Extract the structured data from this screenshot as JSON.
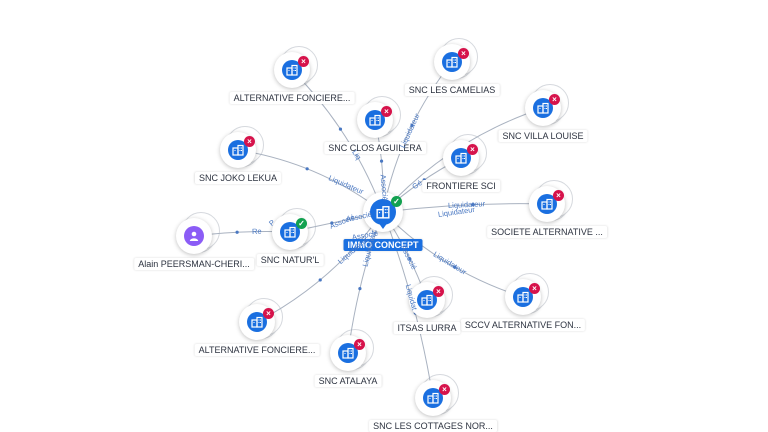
{
  "center": {
    "name": "IMMO CONCEPT",
    "icon": "building-icon",
    "status": "active"
  },
  "nodes": [
    {
      "id": "alt-fonciere-top",
      "name": "ALTERNATIVE FONCIERE...",
      "kind": "company",
      "status": "closed"
    },
    {
      "id": "snc-camelias",
      "name": "SNC LES CAMELIAS",
      "kind": "company",
      "status": "closed"
    },
    {
      "id": "snc-villa-louise",
      "name": "SNC VILLA LOUISE",
      "kind": "company",
      "status": "closed"
    },
    {
      "id": "snc-clos-aguilera",
      "name": "SNC CLOS AGUILERA",
      "kind": "company",
      "status": "closed"
    },
    {
      "id": "snc-joko-lekua",
      "name": "SNC JOKO LEKUA",
      "kind": "company",
      "status": "closed"
    },
    {
      "id": "frontiere-sci",
      "name": "FRONTIERE SCI",
      "kind": "company",
      "status": "closed"
    },
    {
      "id": "societe-alternative",
      "name": "SOCIETE ALTERNATIVE ...",
      "kind": "company",
      "status": "closed"
    },
    {
      "id": "alain",
      "name": "Alain PEERSMAN-CHERI...",
      "kind": "person",
      "status": ""
    },
    {
      "id": "snc-naturl",
      "name": "SNC NATUR'L",
      "kind": "company",
      "status": "active"
    },
    {
      "id": "sccv-alternative",
      "name": "SCCV ALTERNATIVE FON...",
      "kind": "company",
      "status": "closed"
    },
    {
      "id": "itsas-lurra",
      "name": "ITSAS LURRA",
      "kind": "company",
      "status": "closed"
    },
    {
      "id": "alt-fonciere-bottom",
      "name": "ALTERNATIVE FONCIERE...",
      "kind": "company",
      "status": "closed"
    },
    {
      "id": "snc-atalaya",
      "name": "SNC ATALAYA",
      "kind": "company",
      "status": "closed"
    },
    {
      "id": "snc-cottages",
      "name": "SNC LES COTTAGES NOR...",
      "kind": "company",
      "status": "closed"
    }
  ],
  "edges": [
    {
      "from": "center",
      "to": "alt-fonciere-top",
      "label": "Liq"
    },
    {
      "from": "center",
      "to": "snc-camelias",
      "label": "Liquidateur"
    },
    {
      "from": "center",
      "to": "snc-villa-louise",
      "label": ""
    },
    {
      "from": "center",
      "to": "snc-clos-aguilera",
      "label": "Associé"
    },
    {
      "from": "center",
      "to": "snc-joko-lekua",
      "label": "Liquidateur"
    },
    {
      "from": "center",
      "to": "frontiere-sci",
      "label": "Gé"
    },
    {
      "from": "center",
      "to": "societe-alternative",
      "label": "Liquidateur"
    },
    {
      "from": "center",
      "to": "snc-naturl",
      "label": "Associé"
    },
    {
      "from": "snc-naturl",
      "to": "alain",
      "label": "Re"
    },
    {
      "from": "center",
      "to": "sccv-alternative",
      "label": "Liquidateur"
    },
    {
      "from": "center",
      "to": "itsas-lurra",
      "label": "Associé"
    },
    {
      "from": "center",
      "to": "alt-fonciere-bottom",
      "label": "Liquidateur"
    },
    {
      "from": "center",
      "to": "snc-atalaya",
      "label": "Liquidateur"
    },
    {
      "from": "center",
      "to": "snc-cottages",
      "label": "Liquidat"
    }
  ],
  "extra_edge_labels": [
    "Associé",
    "Associé",
    "Liquidateur",
    "P"
  ],
  "colors": {
    "accent": "#1a6fe0",
    "closed": "#d6134b",
    "active": "#12a150",
    "person": "#8b5cf6",
    "edge": "#a9b2c0",
    "edge_label": "#4a78c2"
  }
}
